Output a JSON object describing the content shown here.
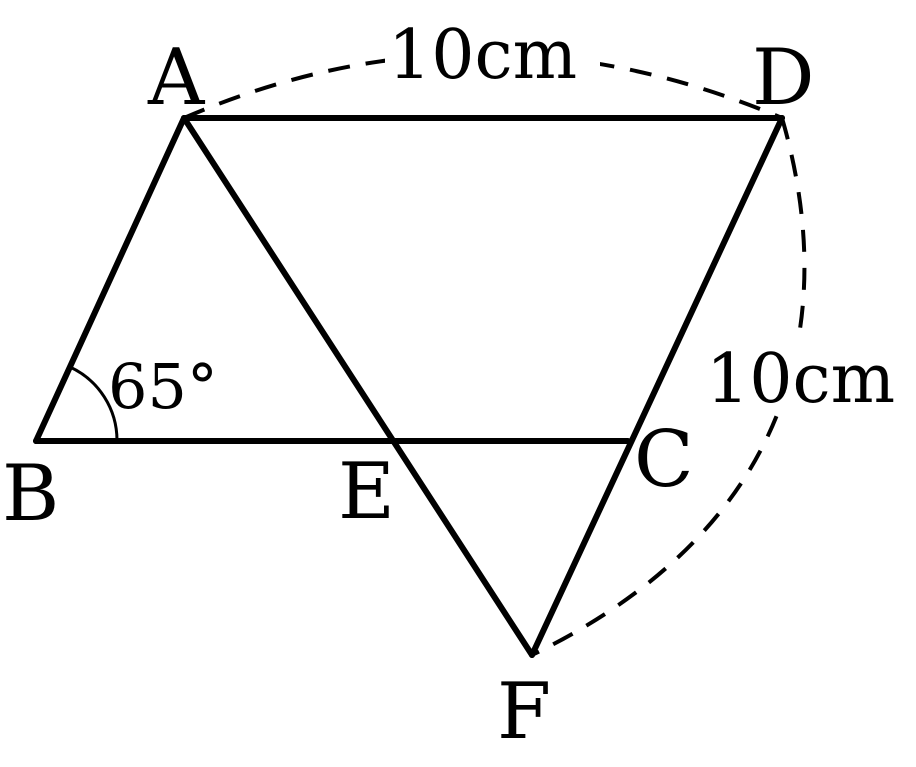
{
  "points": {
    "A": "A",
    "B": "B",
    "C": "C",
    "D": "D",
    "E": "E",
    "F": "F"
  },
  "measurements": {
    "top_length": "10cm",
    "right_length": "10cm",
    "angle_b": "65°"
  }
}
